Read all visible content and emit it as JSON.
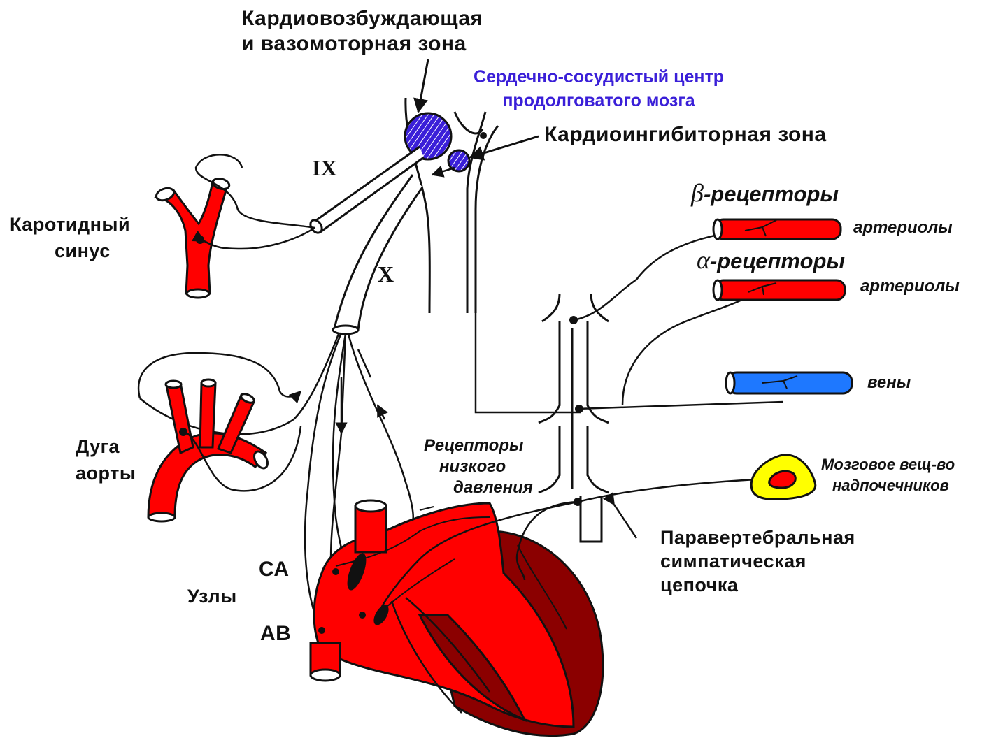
{
  "labels": {
    "top_zone_line1": "Кардиовозбуждающая",
    "top_zone_line2": "и вазомоторная зона",
    "center_line1": "Сердечно-сосудистый центр",
    "center_line2": "продолговатого мозга",
    "inhib_zone": "Кардиоингибиторная  зона",
    "nerve_ix": "IX",
    "nerve_x": "X",
    "carotid_line1": "Каротидный",
    "carotid_line2": "синус",
    "beta_symbol": "β",
    "beta_text": "-рецепторы",
    "alpha_symbol": "α",
    "alpha_text": "-рецепторы",
    "arterioles_1": "артериолы",
    "arterioles_2": "артериолы",
    "veins": "вены",
    "aortic_line1": "Дуга",
    "aortic_line2": "аорты",
    "lowp_line1": "Рецепторы",
    "lowp_line2": "низкого",
    "lowp_line3": "давления",
    "adrenal_line1": "Мозговое вещ-во",
    "adrenal_line2": "надпочечников",
    "sa_node": "СА",
    "nodes": "Узлы",
    "av_node": "АВ",
    "chain_line1": "Паравертебральная",
    "chain_line2": "симпатическая",
    "chain_line3": "цепочка"
  },
  "colors": {
    "vessel_red": "#ff0000",
    "vein_blue": "#1e78ff",
    "heart_red": "#ff0000",
    "heart_dark": "#8b0000",
    "center_blue": "#3a1fd8",
    "adrenal_yellow": "#ffff00"
  }
}
